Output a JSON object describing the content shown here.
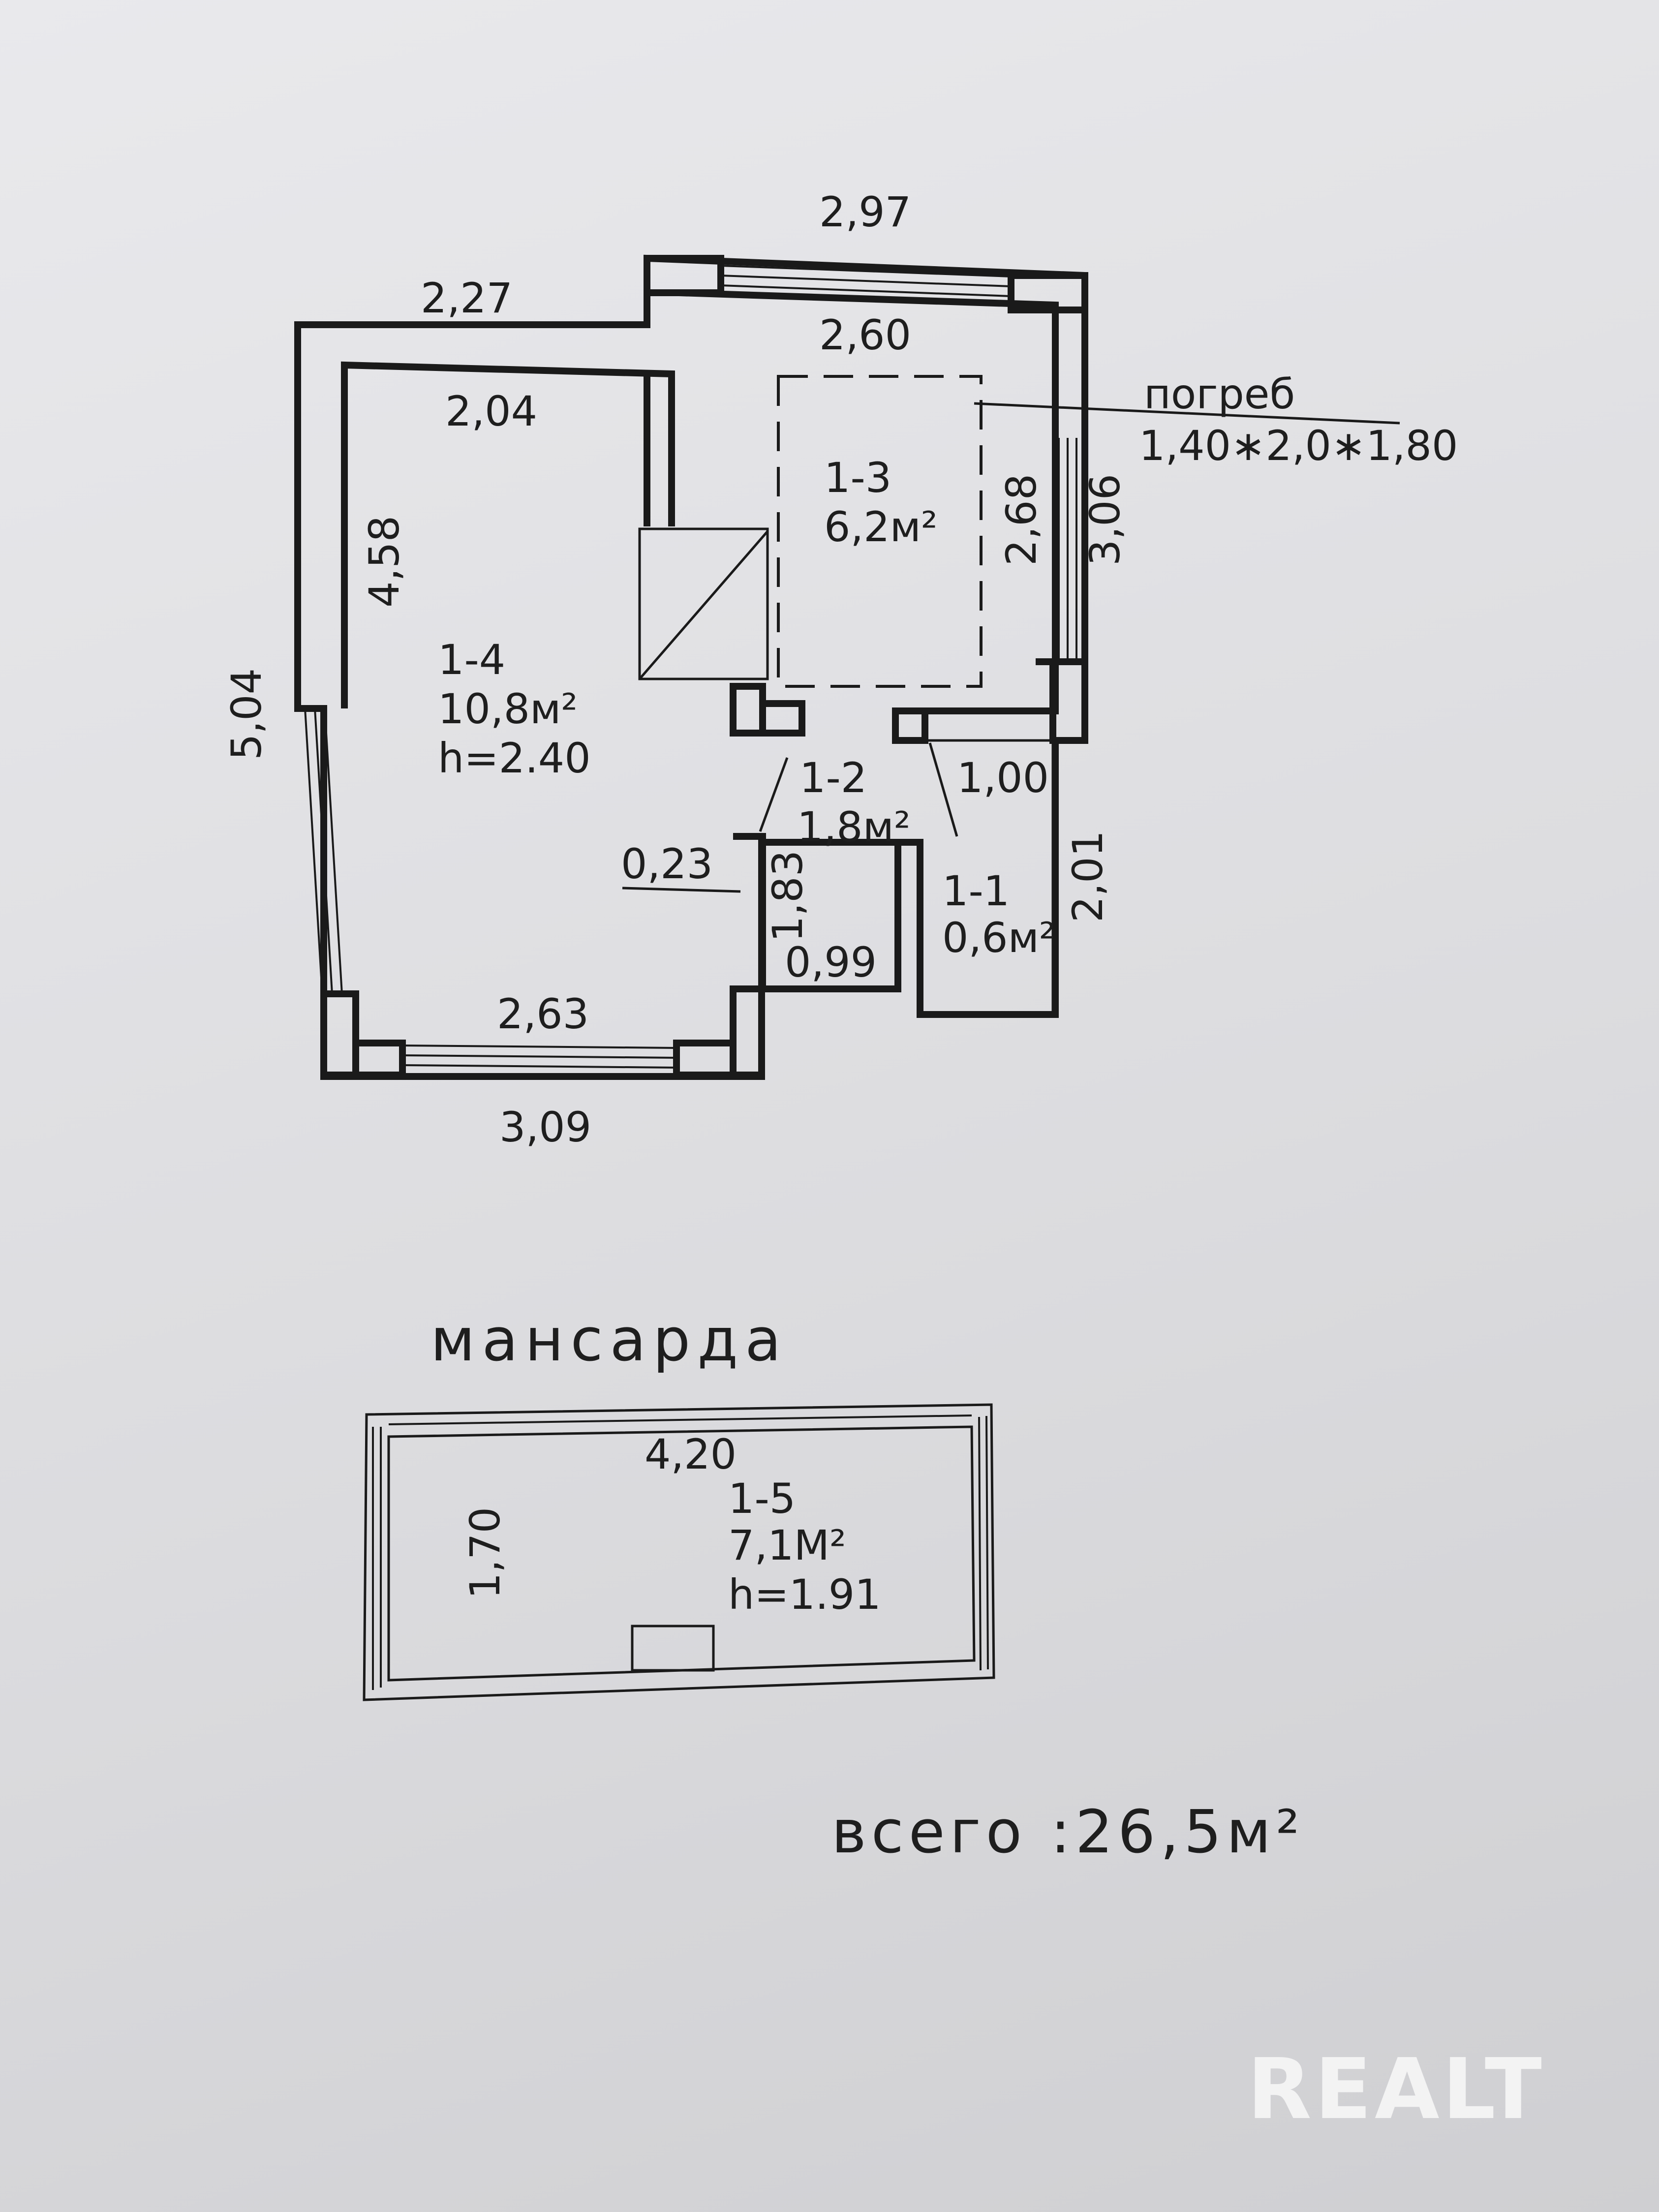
{
  "dimensions": {
    "top_outer": "2,97",
    "top_left_outer": "2,27",
    "top_inner": "2,60",
    "left_room_inner_top": "2,04",
    "left_outer": "5,04",
    "left_inner": "4,58",
    "cellar_inner_height": "2,68",
    "right_outer": "3,06",
    "entry_width": "1,00",
    "vestibule_right": "2,01",
    "wall_thickness": "0,23",
    "hall_height": "1,83",
    "hall_width": "0,99",
    "bottom_inner": "2,63",
    "bottom_outer": "3,09"
  },
  "cellar": {
    "label": "погреб",
    "size": "1,40∗2,0∗1,80"
  },
  "rooms": [
    {
      "id": "1-1",
      "area": "0,6м²"
    },
    {
      "id": "1-2",
      "area": "1,8м²"
    },
    {
      "id": "1-3",
      "area": "6,2м²"
    },
    {
      "id": "1-4",
      "area": "10,8м²",
      "height": "h=2.40"
    },
    {
      "id": "1-5",
      "area": "7,1М²",
      "height": "h=1.91"
    }
  ],
  "attic": {
    "title": "мансарда",
    "width": "4,20",
    "depth": "1,70"
  },
  "total": "всего :26,5м²",
  "watermark": "REALT"
}
